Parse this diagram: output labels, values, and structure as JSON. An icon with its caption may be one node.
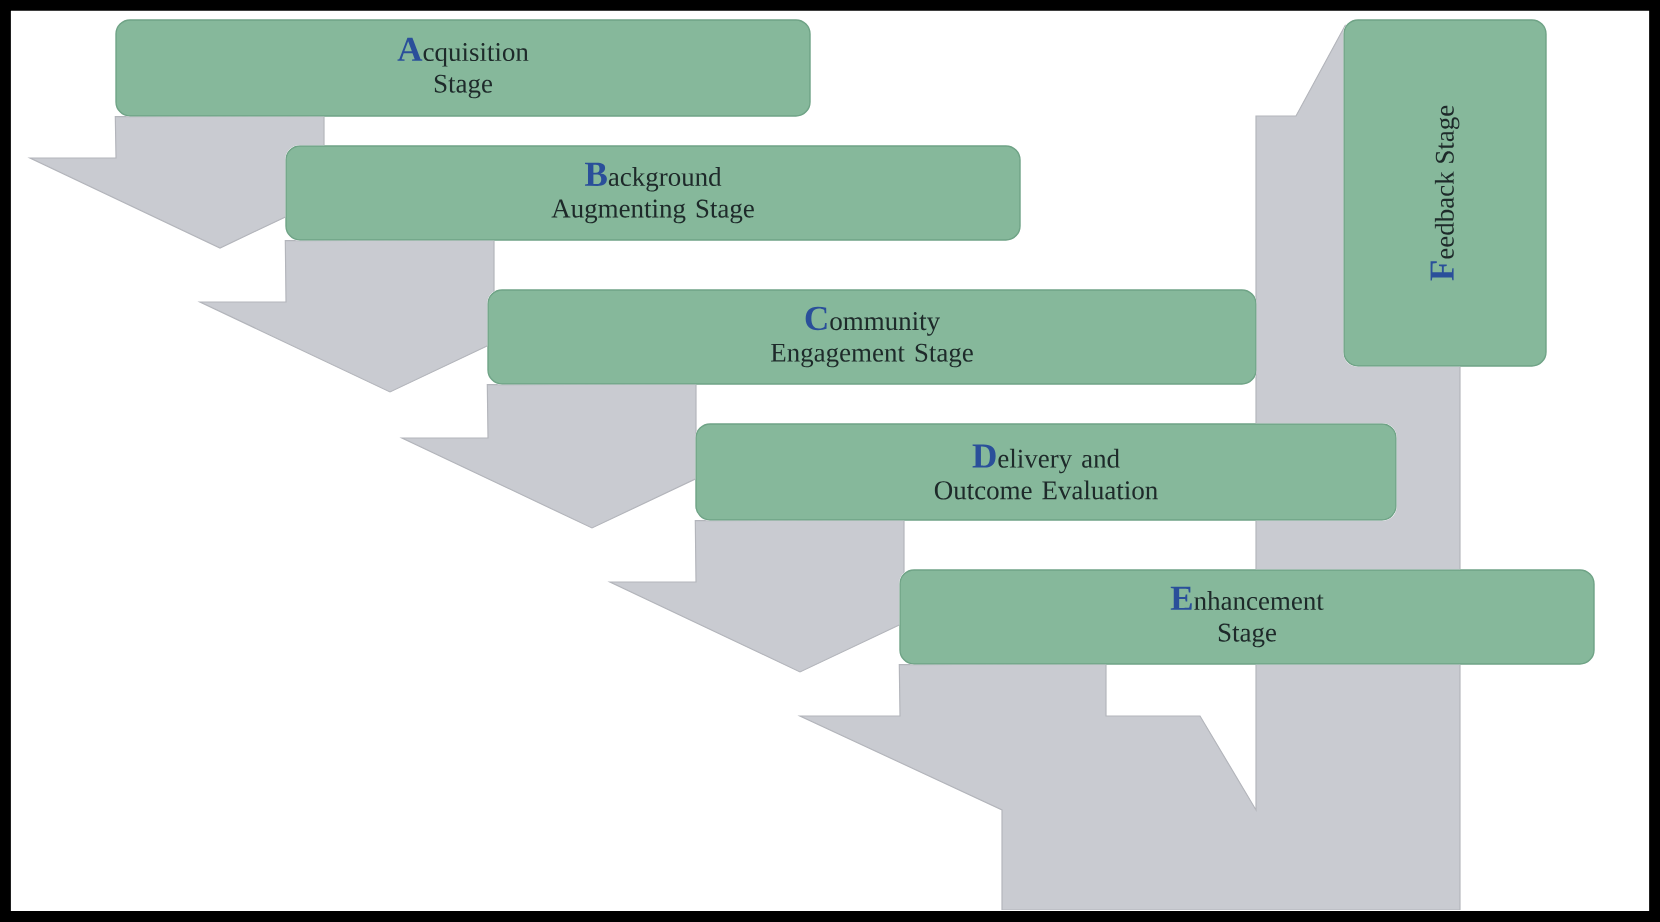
{
  "diagram": {
    "nodes": [
      {
        "text": [
          "**A**cquisition Stage"
        ]
      },
      {
        "text": [
          "**B**ackground Augmenting Stage"
        ]
      },
      {
        "text": [
          "**C**ommunity Engagement Stage"
        ]
      },
      {
        "text": [
          "**D**elivery and Outcome Evaluation"
        ]
      },
      {
        "text": [
          "**E**nhancement Stage"
        ]
      },
      {
        "text": [
          "**F**eedback Stage"
        ]
      }
    ],
    "edges": [
      {
        "from": 0,
        "to": 1,
        "arrow": "to"
      },
      {
        "from": 1,
        "to": 2,
        "arrow": "to"
      },
      {
        "from": 2,
        "to": 3,
        "arrow": "to"
      },
      {
        "from": 3,
        "to": 4,
        "arrow": "to"
      },
      {
        "from": 4,
        "to": 5,
        "arrow": "to"
      }
    ]
  }
}
